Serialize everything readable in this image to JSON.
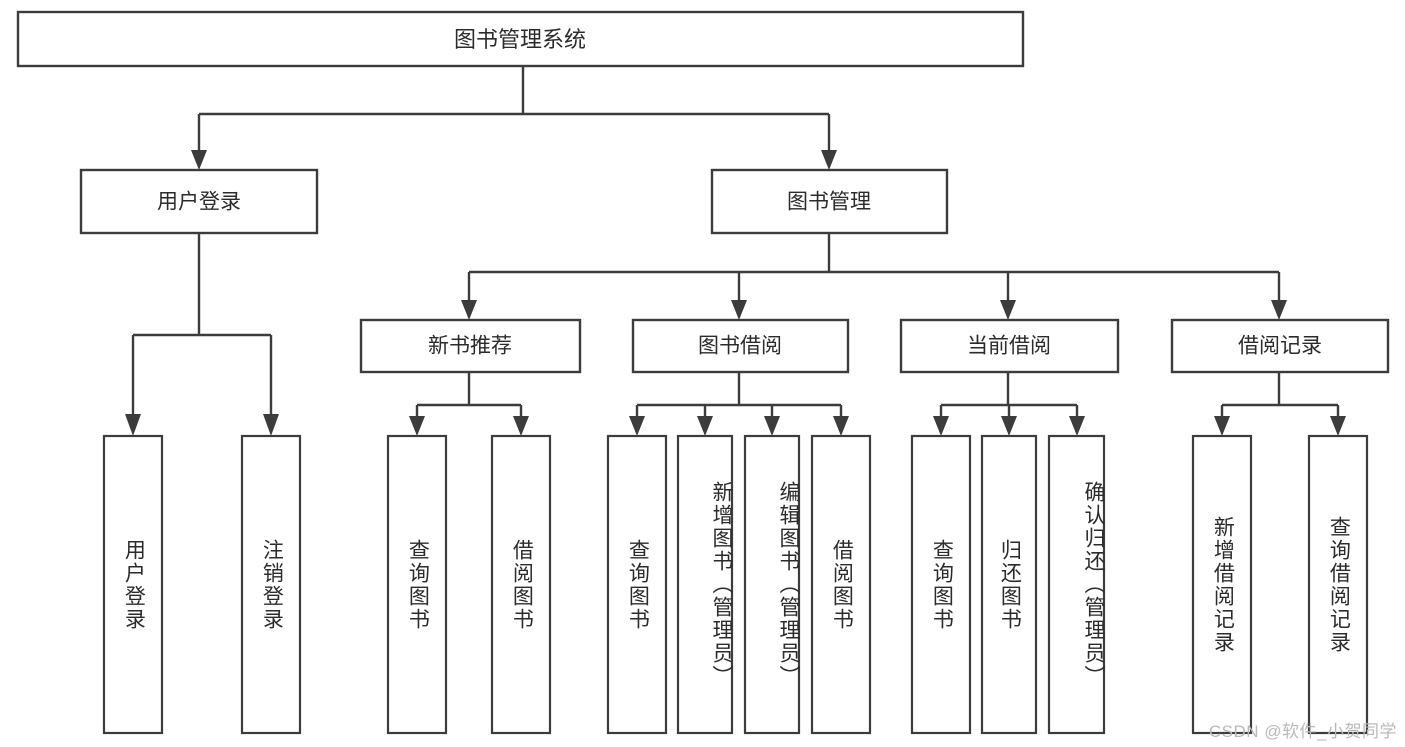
{
  "diagram": {
    "title": "图书管理系统",
    "type": "tree",
    "root": {
      "id": "root",
      "label": "图书管理系统",
      "orientation": "horizontal"
    },
    "level2": [
      {
        "id": "user-login",
        "label": "用户登录",
        "orientation": "horizontal"
      },
      {
        "id": "book-manage",
        "label": "图书管理",
        "orientation": "horizontal"
      }
    ],
    "level3": [
      {
        "id": "new-book-recommend",
        "label": "新书推荐",
        "orientation": "horizontal",
        "parent": "book-manage"
      },
      {
        "id": "book-borrow",
        "label": "图书借阅",
        "orientation": "horizontal",
        "parent": "book-manage"
      },
      {
        "id": "current-borrow",
        "label": "当前借阅",
        "orientation": "horizontal",
        "parent": "book-manage"
      },
      {
        "id": "borrow-record",
        "label": "借阅记录",
        "orientation": "horizontal",
        "parent": "book-manage"
      }
    ],
    "leaves": [
      {
        "id": "leaf-user-login",
        "label": "用户登录",
        "parent": "user-login"
      },
      {
        "id": "leaf-logout-login",
        "label": "注销登录",
        "parent": "user-login"
      },
      {
        "id": "leaf-query-book-1",
        "label": "查询图书",
        "parent": "new-book-recommend"
      },
      {
        "id": "leaf-borrow-book-1",
        "label": "借阅图书",
        "parent": "new-book-recommend"
      },
      {
        "id": "leaf-query-book-2",
        "label": "查询图书",
        "parent": "book-borrow"
      },
      {
        "id": "leaf-add-book",
        "label": "新增图书（管理员）",
        "parent": "book-borrow"
      },
      {
        "id": "leaf-edit-book",
        "label": "编辑图书（管理员）",
        "parent": "book-borrow"
      },
      {
        "id": "leaf-borrow-book-2",
        "label": "借阅图书",
        "parent": "book-borrow"
      },
      {
        "id": "leaf-query-book-3",
        "label": "查询图书",
        "parent": "current-borrow"
      },
      {
        "id": "leaf-return-book",
        "label": "归还图书",
        "parent": "current-borrow"
      },
      {
        "id": "leaf-confirm-return",
        "label": "确认归还（管理员）",
        "parent": "current-borrow"
      },
      {
        "id": "leaf-add-record",
        "label": "新增借阅记录",
        "parent": "borrow-record"
      },
      {
        "id": "leaf-query-record",
        "label": "查询借阅记录",
        "parent": "borrow-record"
      }
    ],
    "colors": {
      "box_stroke": "#3c3c3c",
      "box_fill": "#ffffff",
      "connector": "#3c3c3c",
      "text": "#2b2b2b",
      "background": "#ffffff",
      "watermark": "#b9b9b9"
    }
  },
  "watermark": {
    "text": "CSDN @软件_小贺同学"
  }
}
